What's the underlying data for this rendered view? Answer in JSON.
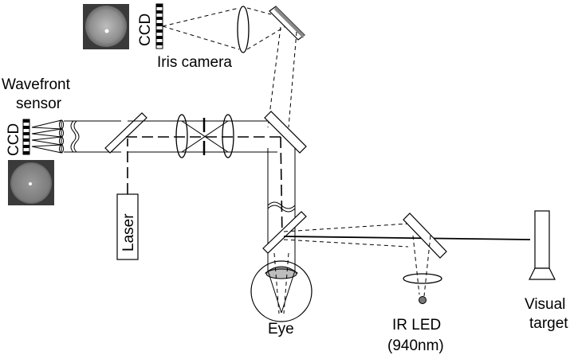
{
  "labels": {
    "wavefront_sensor": [
      "Wavefront",
      "sensor"
    ],
    "ccd_top": "CCD",
    "ccd_left": "CCD",
    "iris_camera": "Iris camera",
    "laser": "Laser",
    "eye": "Eye",
    "ir_led": [
      "IR LED",
      "(940nm)"
    ],
    "visual_target": [
      "Visual",
      "target"
    ]
  }
}
